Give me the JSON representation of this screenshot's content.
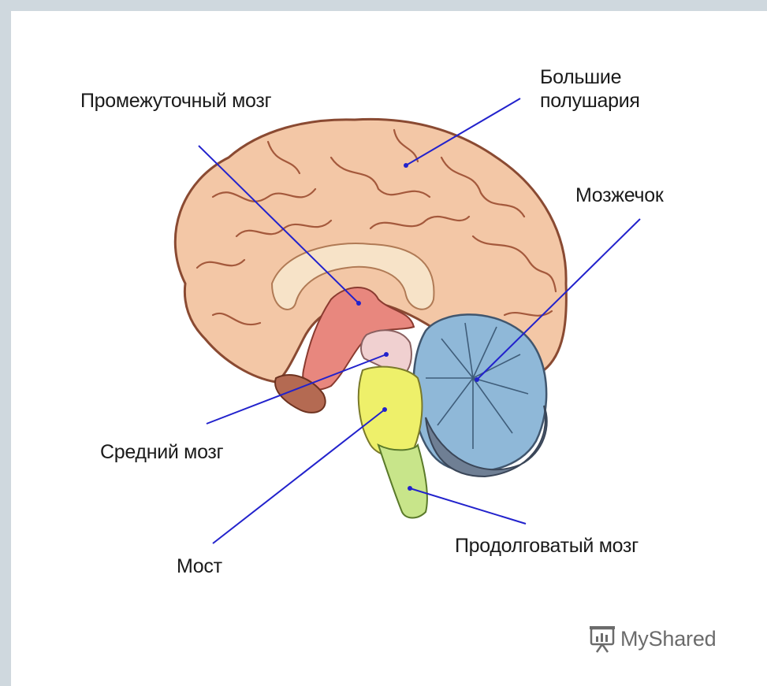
{
  "labels": {
    "diencephalon": "Промежуточный мозг",
    "hemispheres_line1": "Большие",
    "hemispheres_line2": "полушария",
    "cerebellum": "Мозжечок",
    "midbrain": "Средний мозг",
    "pons": "Мост",
    "medulla": "Продолговатый мозг"
  },
  "watermark": {
    "text": "MyShared",
    "icon": "presentation-icon"
  },
  "colors": {
    "cortex": "#f3c7a6",
    "cortex_shadow": "#d99a78",
    "corpus_callosum": "#f7e3c8",
    "diencephalon": "#e8877e",
    "midbrain": "#f0d0d0",
    "pons": "#eef06a",
    "medulla": "#c8e58a",
    "cerebellum": "#8fb8d8",
    "cerebellum_dark": "#6f7f94",
    "pointer_line": "#2222cc"
  }
}
